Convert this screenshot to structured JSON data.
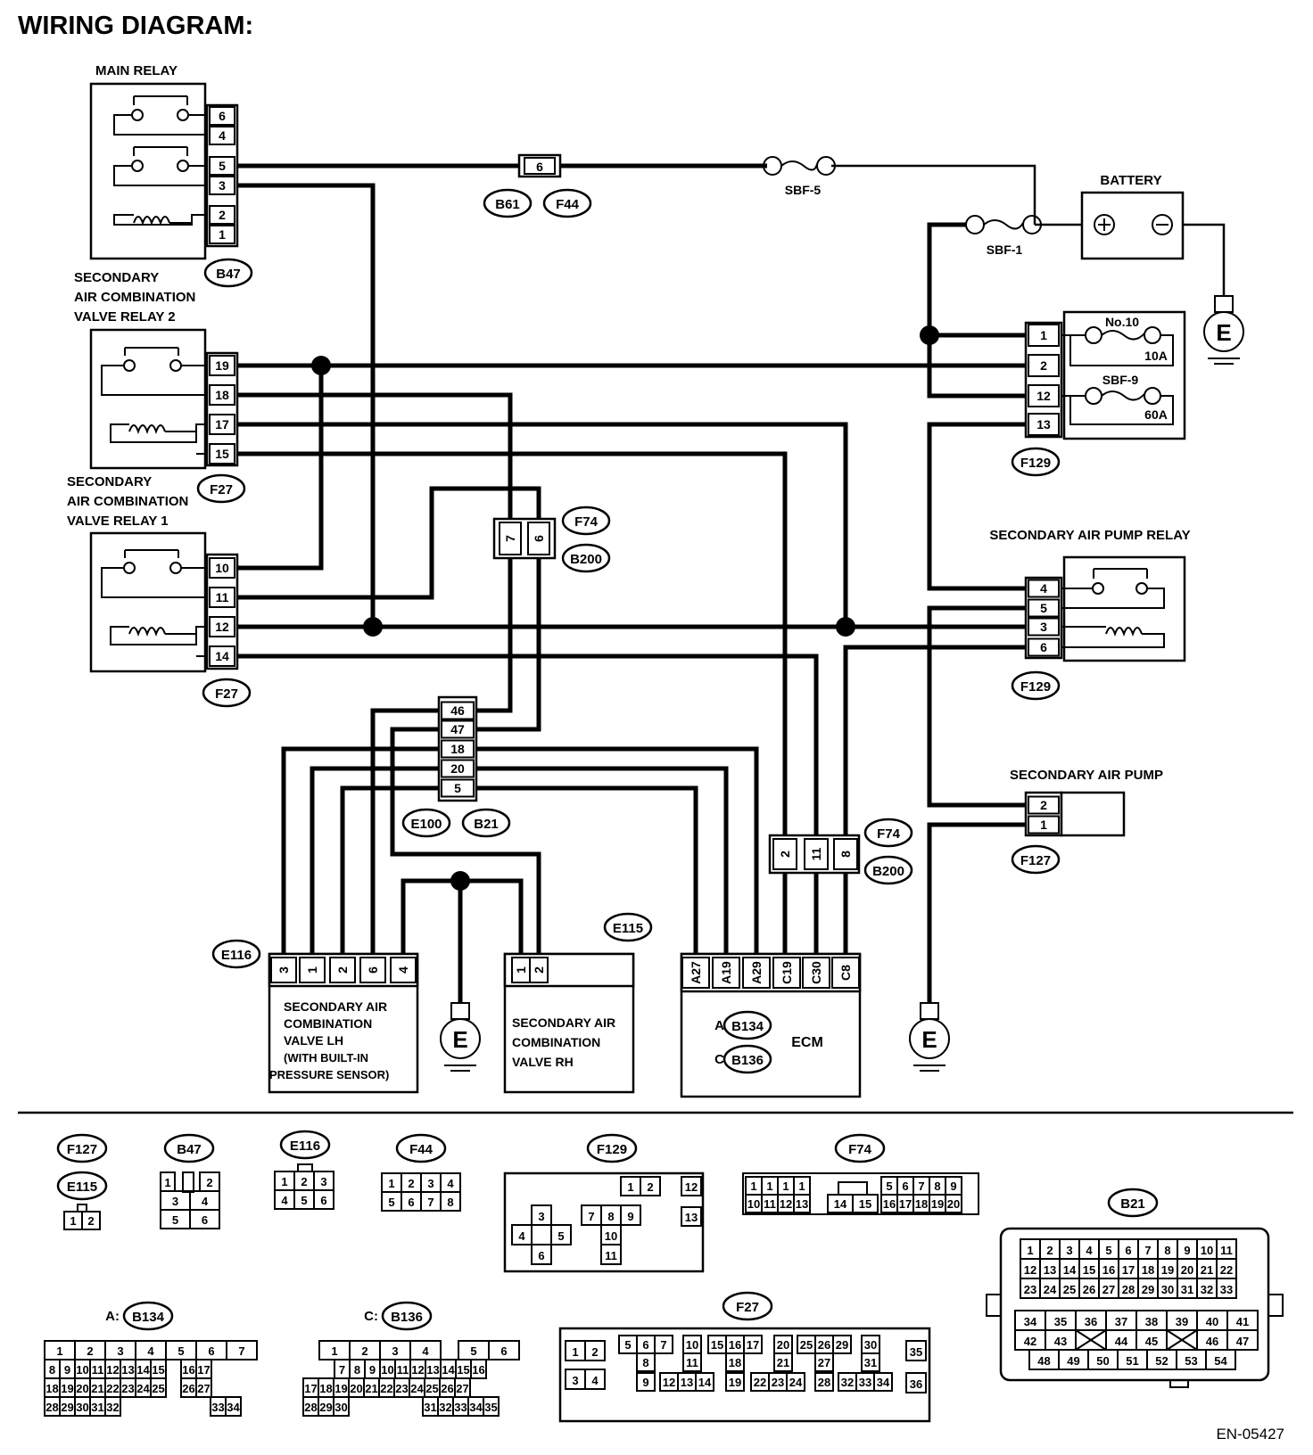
{
  "title": "WIRING DIAGRAM:",
  "doc_code": "EN-05427",
  "components": {
    "main_relay": {
      "name": "MAIN RELAY",
      "connector": "B47",
      "pins": [
        "6",
        "4",
        "5",
        "3",
        "2",
        "1"
      ]
    },
    "sacv_relay2": {
      "name": [
        "SECONDARY",
        "AIR COMBINATION",
        "VALVE RELAY 2"
      ],
      "connector": "F27",
      "pins": [
        "19",
        "18",
        "17",
        "15"
      ]
    },
    "sacv_relay1": {
      "name": [
        "SECONDARY",
        "AIR COMBINATION",
        "VALVE RELAY 1"
      ],
      "connector": "F27",
      "pins": [
        "10",
        "11",
        "12",
        "14"
      ]
    },
    "battery": {
      "name": "BATTERY",
      "plus": "⊕",
      "minus": "⊖"
    },
    "fuse_box": {
      "connector": "F129",
      "pins": [
        "1",
        "2",
        "12",
        "13"
      ],
      "fuses": [
        {
          "name": "No.10",
          "rating": "10A"
        },
        {
          "name": "SBF-9",
          "rating": "60A"
        }
      ]
    },
    "sbf5": "SBF-5",
    "sbf1": "SBF-1",
    "inline_6": {
      "pin": "6",
      "connectors": [
        "B61",
        "F44"
      ]
    },
    "pump_relay": {
      "name": "SECONDARY AIR PUMP RELAY",
      "connector": "F129",
      "pins": [
        "4",
        "5",
        "3",
        "6"
      ]
    },
    "pump": {
      "name": "SECONDARY AIR PUMP",
      "connector": "F127",
      "pins": [
        "2",
        "1"
      ]
    },
    "f74_upper": {
      "pins": [
        "7",
        "6"
      ],
      "connectors": [
        "F74",
        "B200"
      ]
    },
    "e100_b21": {
      "pins": [
        "46",
        "47",
        "18",
        "20",
        "5"
      ],
      "connectors": [
        "E100",
        "B21"
      ]
    },
    "f74_lower": {
      "pins": [
        "2",
        "11",
        "8"
      ],
      "connectors": [
        "F74",
        "B200"
      ]
    },
    "valve_lh": {
      "name": [
        "SECONDARY AIR",
        "COMBINATION",
        "VALVE LH",
        "(WITH BUILT-IN",
        "PRESSURE SENSOR)"
      ],
      "connector": "E116",
      "pins": [
        "3",
        "1",
        "2",
        "6",
        "4"
      ]
    },
    "valve_rh": {
      "name": [
        "SECONDARY AIR",
        "COMBINATION",
        "VALVE RH"
      ],
      "connector": "E115",
      "pins": [
        "1",
        "2"
      ]
    },
    "ecm": {
      "name": "ECM",
      "pins": [
        "A27",
        "A19",
        "A29",
        "C19",
        "C30",
        "C8"
      ],
      "conn_a_label": "A:",
      "conn_a": "B134",
      "conn_c_label": "C:",
      "conn_c": "B136"
    },
    "ground": "E"
  },
  "connector_views": {
    "F127": "F127",
    "E115": "E115",
    "B47": "B47",
    "E116": "E116",
    "F44": "F44",
    "F129": "F129",
    "F74": "F74",
    "B21": "B21",
    "B134": "B134",
    "B136": "B136",
    "F27": "F27",
    "A_label": "A:",
    "C_label": "C:"
  }
}
